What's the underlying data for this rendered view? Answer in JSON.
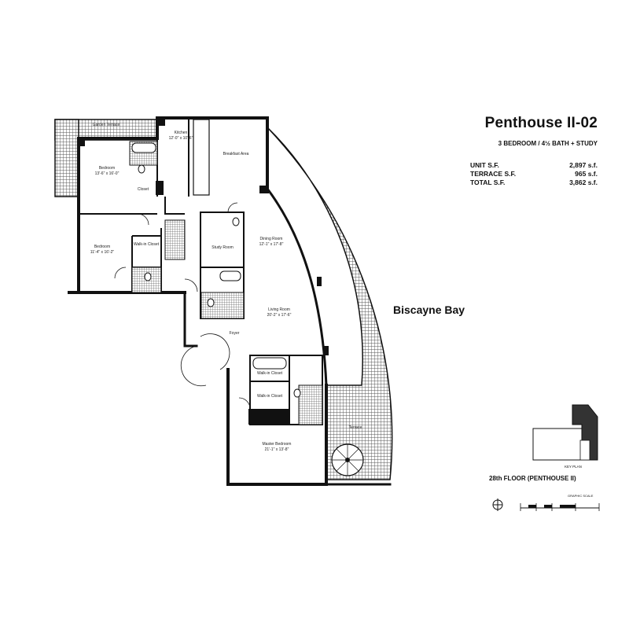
{
  "header": {
    "title": "Penthouse II-02",
    "subtitle": "3 BEDROOM / 4½ BATH + STUDY"
  },
  "square_footage": [
    {
      "label": "UNIT S.F.",
      "value": "2,897 s.f."
    },
    {
      "label": "TERRACE S.F.",
      "value": "965 s.f."
    },
    {
      "label": "TOTAL S.F.",
      "value": "3,862 s.f."
    }
  ],
  "water_label": "Biscayne Bay",
  "floor_label": "28th FLOOR (PENTHOUSE II)",
  "key_plan_label": "KEY PLAN",
  "graphic_scale_label": "GRAPHIC SCALE",
  "rooms": {
    "garden_terrace": "Garden Terrace",
    "kitchen": {
      "name": "Kitchen",
      "dims": "12'-0\" x 10'-6\""
    },
    "breakfast": "Breakfast Area",
    "bedroom_1": {
      "name": "Bedroom",
      "dims": "13'-6\" x 16'-0\""
    },
    "closet": "Closet",
    "bedroom_2": {
      "name": "Bedroom",
      "dims": "11'-4\" x 16'-2\""
    },
    "walkin_closet": "Walk-in Closet",
    "study": "Study Room",
    "dining": {
      "name": "Dining Room",
      "dims": "12'-1\" x 17'-8\""
    },
    "living": {
      "name": "Living Room",
      "dims": "20'-2\" x 17'-6\""
    },
    "foyer": "Foyer",
    "walkin_1": "Walk-in Closet",
    "walkin_2": "Walk-in Closet",
    "master": {
      "name": "Master Bedroom",
      "dims": "21'-1\" x 13'-8\""
    },
    "terrace": "Terrace"
  },
  "colors": {
    "wall": "#111111",
    "terrace_fill": "#9a9a9a"
  }
}
